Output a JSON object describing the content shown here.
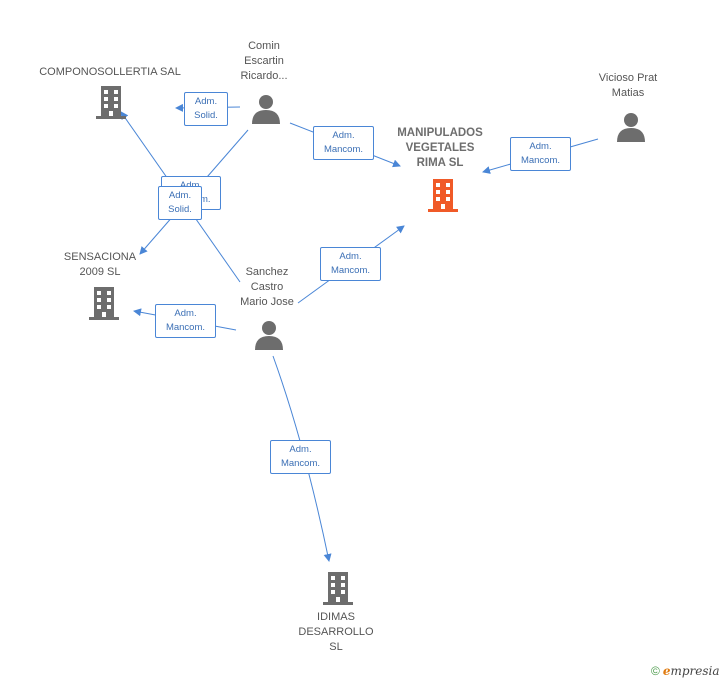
{
  "colors": {
    "edge": "#4a86d6",
    "building": "#6d6d6d",
    "main_building": "#f05a28",
    "person": "#6d6d6d"
  },
  "nodes": {
    "componosollertia": {
      "label": "COMPONOSOLLERTIA SAL",
      "icon": "building-icon"
    },
    "comin": {
      "label": "Comin\nEscartin\nRicardo...",
      "icon": "person-icon"
    },
    "manipulados": {
      "label": "MANIPULADOS\nVEGETALES\nRIMA SL",
      "icon": "building-icon"
    },
    "vicioso": {
      "label": "Vicioso Prat\nMatias",
      "icon": "person-icon"
    },
    "sensaciona": {
      "label": "SENSACIONA\n2009 SL",
      "icon": "building-icon"
    },
    "sanchez": {
      "label": "Sanchez\nCastro\nMario Jose",
      "icon": "person-icon"
    },
    "idimas": {
      "label": "IDIMAS\nDESARROLLO\nSL",
      "icon": "building-icon"
    }
  },
  "edges": [
    {
      "id": "comin-componosollertia",
      "label": "Adm.\nSolid."
    },
    {
      "id": "comin-manipulados",
      "label": "Adm.\nMancom."
    },
    {
      "id": "vicioso-manipulados",
      "label": "Adm.\nMancom."
    },
    {
      "id": "comin-sensaciona",
      "label": "Adm.\nMancom."
    },
    {
      "id": "sanchez-componosollertia",
      "label": "Adm.\nSolid."
    },
    {
      "id": "sanchez-manipulados",
      "label": "Adm.\nMancom."
    },
    {
      "id": "sanchez-sensaciona",
      "label": "Adm.\nMancom."
    },
    {
      "id": "sanchez-idimas",
      "label": "Adm.\nMancom."
    }
  ],
  "footer": {
    "copyright": "©",
    "brand_initial": "e",
    "brand_rest": "mpresia"
  }
}
